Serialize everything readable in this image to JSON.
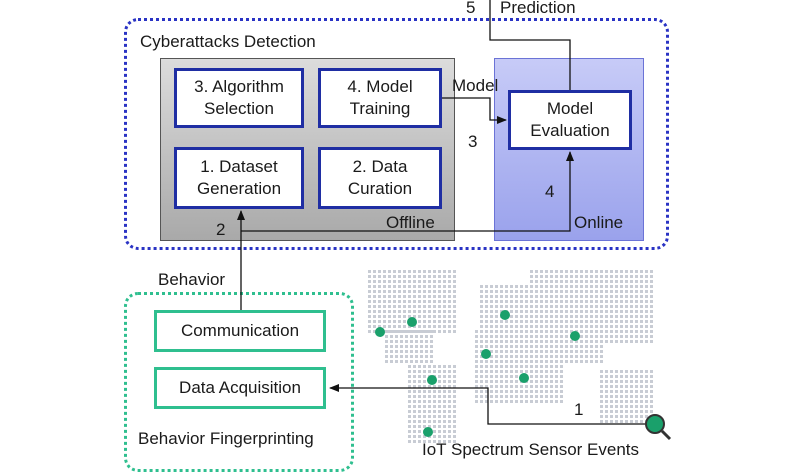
{
  "detection": {
    "title": "Cyberattacks Detection",
    "offline_label": "Offline",
    "online_label": "Online",
    "boxes": {
      "algorithm_selection": "3. Algorithm Selection",
      "model_training": "4. Model Training",
      "dataset_generation": "1. Dataset Generation",
      "data_curation": "2. Data Curation",
      "model_evaluation": "Model Evaluation"
    }
  },
  "fingerprinting": {
    "title": "Behavior Fingerprinting",
    "boxes": {
      "communication": "Communication",
      "data_acquisition": "Data Acquisition"
    }
  },
  "labels": {
    "prediction": "Prediction",
    "step5": "5",
    "model": "Model",
    "step3": "3",
    "step4": "4",
    "step2": "2",
    "behavior": "Behavior",
    "step1": "1",
    "sensor_events": "IoT Spectrum Sensor Events"
  },
  "colors": {
    "detection_border": "#2a33c4",
    "box_border": "#1f2ea3",
    "fingerprint_border": "#2fbf8f",
    "sensor_dot": "#1aa06b"
  }
}
